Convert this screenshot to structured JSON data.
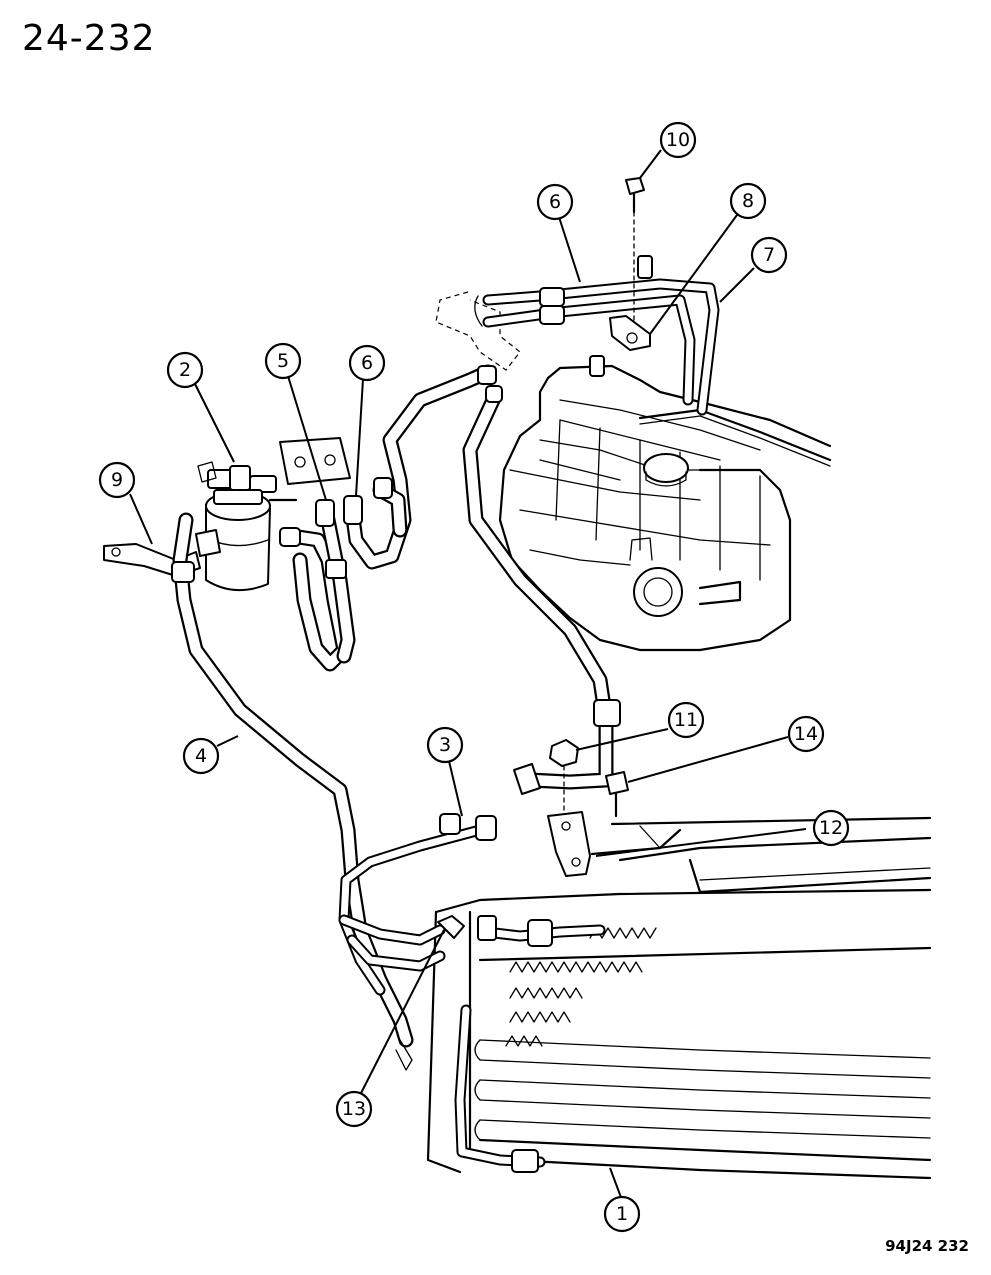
{
  "page_number": "24-232",
  "figure_code": "94J24 232",
  "callouts": [
    {
      "label": "1",
      "part": "condenser-icon"
    },
    {
      "label": "2",
      "part": "receiver-drier-icon"
    },
    {
      "label": "3",
      "part": "fitting-icon"
    },
    {
      "label": "4",
      "part": "liquid-line-icon"
    },
    {
      "label": "5",
      "part": "hose-icon"
    },
    {
      "label": "6",
      "part": "hose-icon"
    },
    {
      "label": "6",
      "part": "hose-icon"
    },
    {
      "label": "7",
      "part": "line-icon"
    },
    {
      "label": "8",
      "part": "clamp-icon"
    },
    {
      "label": "9",
      "part": "bracket-icon"
    },
    {
      "label": "10",
      "part": "bolt-icon"
    },
    {
      "label": "11",
      "part": "nut-icon"
    },
    {
      "label": "12",
      "part": "bracket-icon"
    },
    {
      "label": "13",
      "part": "nut-icon"
    },
    {
      "label": "14",
      "part": "bolt-icon"
    }
  ]
}
